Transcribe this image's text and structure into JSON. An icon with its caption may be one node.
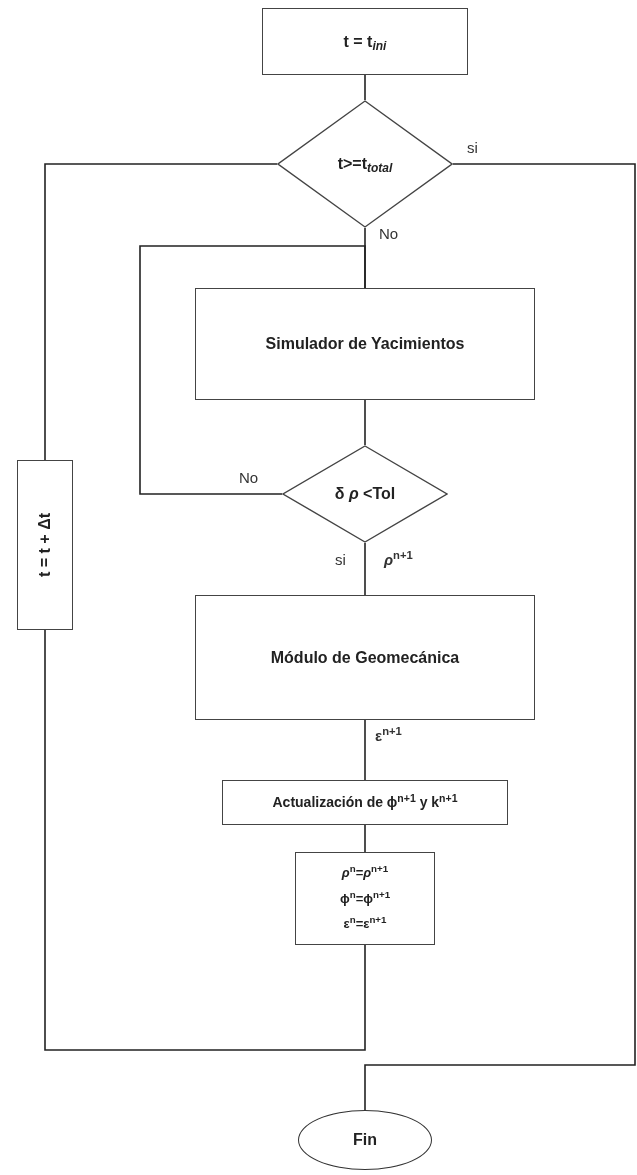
{
  "diagram": {
    "nodes": [
      {
        "text": [
          "t = t$_{ini}$"
        ]
      },
      {
        "text": [
          "t>=t$_{total}$"
        ]
      },
      {
        "text": [
          "Simulador de Yacimientos"
        ]
      },
      {
        "text": [
          "δ *ρ* <Tol"
        ]
      },
      {
        "text": [
          "Módulo de Geomecánica"
        ]
      },
      {
        "text": [
          "Actualización de ϕ$^{n+1}$ y k$^{n+1}$"
        ]
      },
      {
        "text": [
          "*ρ*$^{n}$=*ρ*$^{n+1}$",
          "ϕ$^{n}$=ϕ$^{n+1}$",
          "ε$^{n}$=ε$^{n+1}$"
        ]
      },
      {
        "text": [
          "t = t + Δt"
        ]
      },
      {
        "text": [
          "Fin"
        ]
      }
    ],
    "edges": [
      {
        "from": 0,
        "to": 1,
        "arrow": "none"
      },
      {
        "from": 1,
        "to": 2,
        "arrow": "none",
        "label": "No"
      },
      {
        "from": 2,
        "to": 3,
        "arrow": "none"
      },
      {
        "from": 3,
        "to": 2,
        "arrow": "none",
        "label": "No"
      },
      {
        "from": 3,
        "to": 4,
        "arrow": "none",
        "label": "si"
      },
      {
        "from": 4,
        "to": 5,
        "arrow": "none",
        "label": "ε$^{n+1}$"
      },
      {
        "from": 5,
        "to": 6,
        "arrow": "none"
      },
      {
        "from": 6,
        "to": 7,
        "arrow": "none"
      },
      {
        "from": 7,
        "to": 1,
        "arrow": "none"
      },
      {
        "from": 1,
        "to": 8,
        "arrow": "none",
        "label": "si"
      }
    ],
    "labels": [
      "*ρ*$^{n+1}$"
    ]
  }
}
